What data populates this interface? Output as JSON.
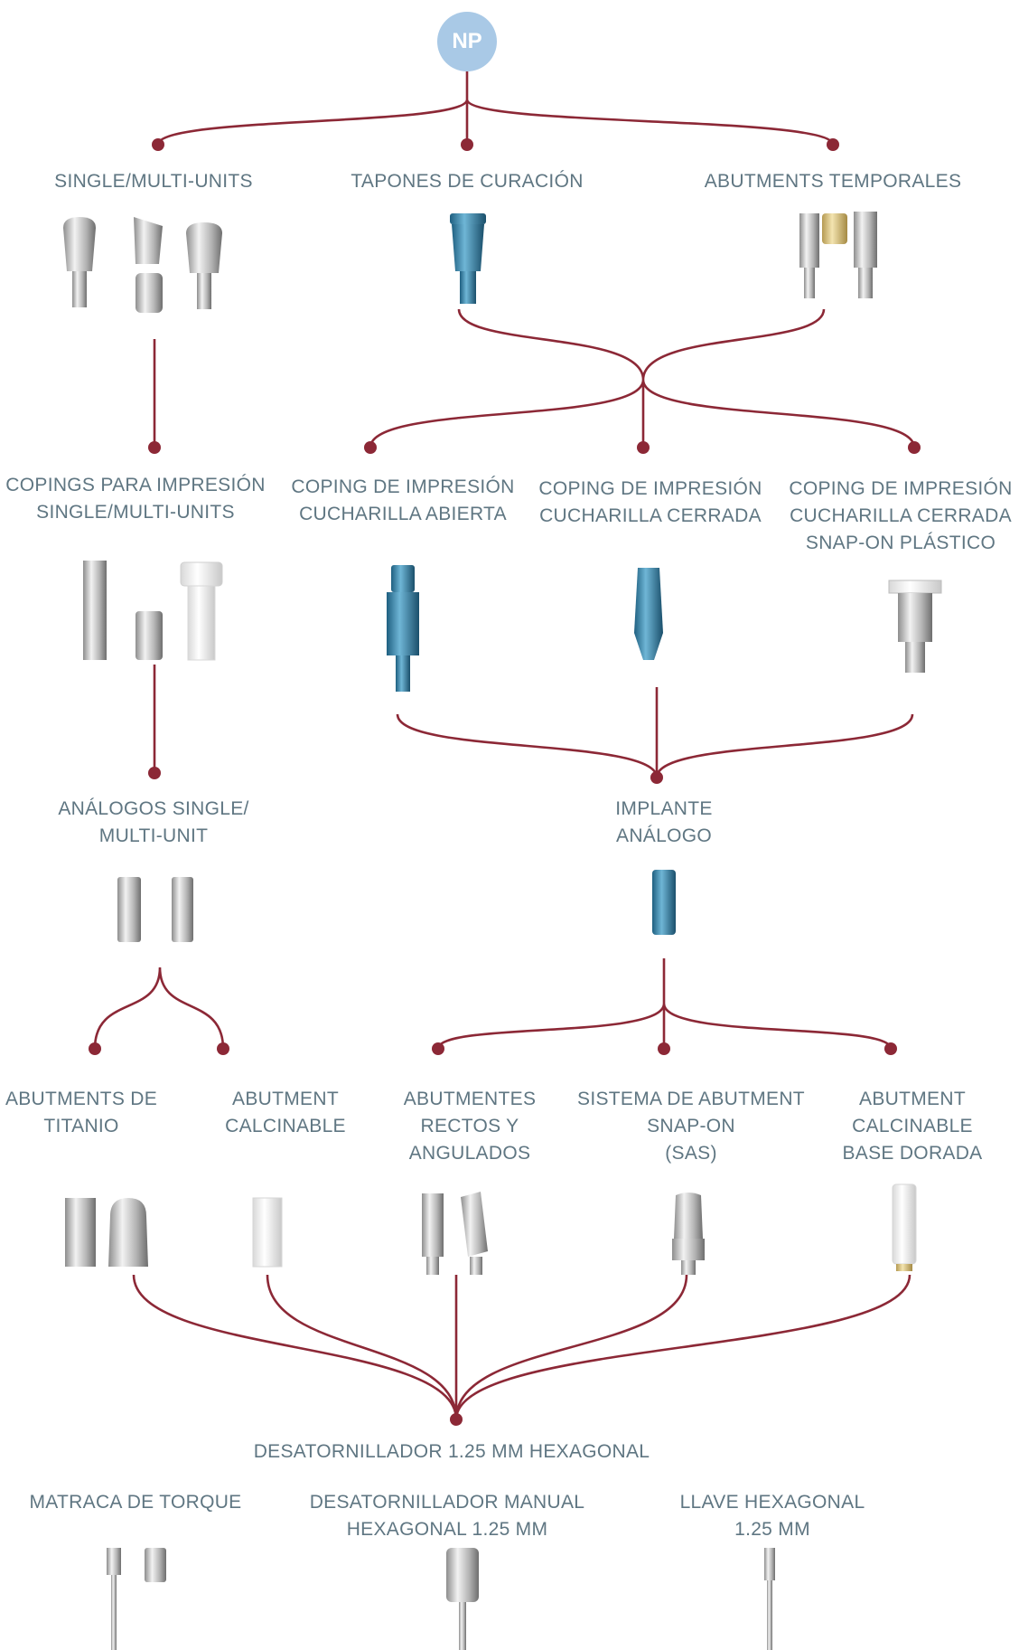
{
  "root_badge": "NP",
  "colors": {
    "connector": "#8c2836",
    "label": "#5f7682",
    "badge": "#a9c9e6"
  },
  "level1": [
    {
      "label": [
        "SINGLE/MULTI-UNITS"
      ],
      "icon": "abutment-trio-icon"
    },
    {
      "label": [
        "TAPONES DE CURACIÓN"
      ],
      "icon": "healing-cap-icon"
    },
    {
      "label": [
        "ABUTMENTS TEMPORALES"
      ],
      "icon": "temporary-abutments-icon"
    }
  ],
  "level2": [
    {
      "label": [
        "COPINGS PARA IMPRESIÓN",
        "SINGLE/MULTI-UNITS"
      ],
      "icon": "impression-copings-icon"
    },
    {
      "label": [
        "COPING DE IMPRESIÓN",
        "CUCHARILLA ABIERTA"
      ],
      "icon": "open-tray-coping-icon"
    },
    {
      "label": [
        "COPING DE IMPRESIÓN",
        "CUCHARILLA CERRADA"
      ],
      "icon": "closed-tray-coping-icon"
    },
    {
      "label": [
        "COPING DE IMPRESIÓN",
        "CUCHARILLA CERRADA",
        "SNAP-ON PLÁSTICO"
      ],
      "icon": "snap-on-coping-icon"
    }
  ],
  "level3": [
    {
      "label": [
        "ANÁLOGOS SINGLE/",
        "MULTI-UNIT"
      ],
      "icon": "analogs-icon"
    },
    {
      "label": [
        "IMPLANTE",
        "ANÁLOGO"
      ],
      "icon": "implant-analog-icon"
    }
  ],
  "level4": [
    {
      "label": [
        "ABUTMENTS DE",
        "TITANIO"
      ],
      "icon": "titanium-abutments-icon"
    },
    {
      "label": [
        "ABUTMENT",
        "CALCINABLE"
      ],
      "icon": "castable-abutment-icon"
    },
    {
      "label": [
        "ABUTMENTES",
        "RECTOS Y",
        "ANGULADOS"
      ],
      "icon": "straight-angled-abutments-icon"
    },
    {
      "label": [
        "SISTEMA DE ABUTMENT",
        "SNAP-ON",
        "(SAS)"
      ],
      "icon": "snap-on-abutment-icon"
    },
    {
      "label": [
        "ABUTMENT",
        "CALCINABLE",
        "BASE DORADA"
      ],
      "icon": "gold-base-abutment-icon"
    }
  ],
  "driver_label": "DESATORNILLADOR 1.25 MM HEXAGONAL",
  "tools": [
    {
      "label": [
        "MATRACA DE TORQUE"
      ],
      "icon": "torque-ratchet-icon"
    },
    {
      "label": [
        "DESATORNILLADOR MANUAL",
        "HEXAGONAL 1.25 MM"
      ],
      "icon": "manual-driver-icon"
    },
    {
      "label": [
        "LLAVE HEXAGONAL",
        "1.25 MM"
      ],
      "icon": "hex-key-icon"
    }
  ]
}
